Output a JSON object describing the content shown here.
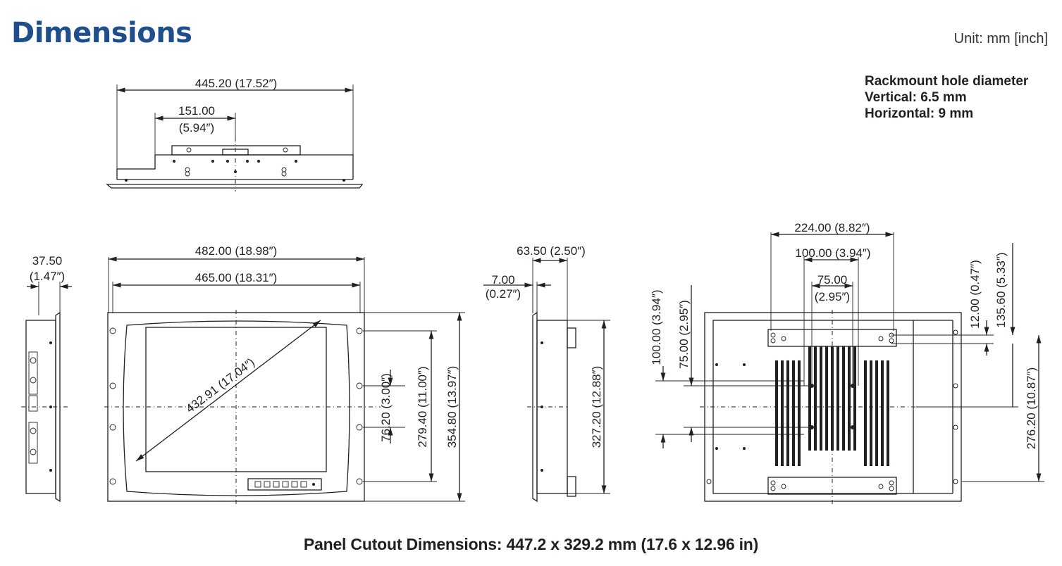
{
  "title": "Dimensions",
  "unit": "Unit: mm [inch]",
  "rackmount": {
    "line1": "Rackmount hole diameter",
    "line2": "Vertical: 6.5 mm",
    "line3": "Horizontal: 9 mm"
  },
  "footer": "Panel Cutout Dimensions: 447.2 x 329.2 mm (17.6 x 12.96 in)",
  "dims": {
    "top_width": "445.20 (17.52″)",
    "top_offset_mm": "151.00",
    "top_offset_in": "(5.94″)",
    "side_depth_mm": "37.50",
    "side_depth_in": "(1.47″)",
    "front_outer": "482.00 (18.98″)",
    "front_inner": "465.00 (18.31″)",
    "diagonal": "432.91 (17.04″)",
    "hole_spacing": "76.20 (3.00″)",
    "hole_span": "279.40 (11.00″)",
    "front_height": "354.80 (13.97″)",
    "right_depth": "63.50 (2.50″)",
    "bezel_mm": "7.00",
    "bezel_in": "(0.27″)",
    "right_height": "327.20 (12.88″)",
    "rear_224": "224.00 (8.82″)",
    "rear_100": "100.00 (3.94″)",
    "rear_75_mm": "75.00",
    "rear_75_in": "(2.95″)",
    "rear_v100": "100.00 (3.94″)",
    "rear_v75": "75.00 (2.95″)",
    "rear_12": "12.00 (0.47″)",
    "rear_135": "135.60 (5.33″)",
    "rear_276": "276.20 (10.87″)"
  }
}
